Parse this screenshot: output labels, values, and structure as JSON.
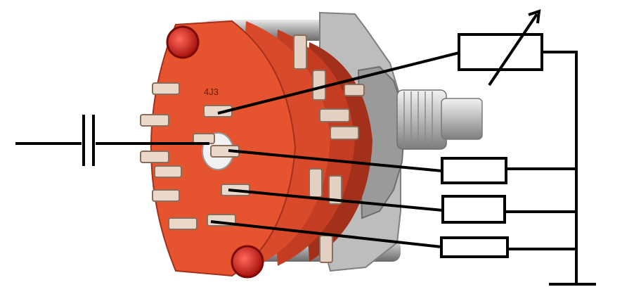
{
  "figure": {
    "photo": "rotary-switch",
    "markings": [
      "4J3"
    ],
    "colors": {
      "background": "#ffffff",
      "wire": "#000000",
      "wafer": "#d94a2a",
      "wafer_dark": "#a3301a",
      "wafer_light": "#ef6b45",
      "metal": "#c8c8c8",
      "metal_dark": "#8a8a8a",
      "solder_tab": "#e8d4c4",
      "bolt_red": "#d7211f"
    },
    "components": [
      {
        "type": "capacitor",
        "icon": "capacitor-symbol-icon"
      },
      {
        "type": "variable-resistor",
        "icon": "variable-resistor-symbol-icon"
      },
      {
        "type": "resistor",
        "icon": "resistor-symbol-icon"
      },
      {
        "type": "resistor",
        "icon": "resistor-symbol-icon"
      },
      {
        "type": "resistor",
        "icon": "resistor-symbol-icon"
      }
    ],
    "ground_symbol": "ground-line-icon"
  }
}
